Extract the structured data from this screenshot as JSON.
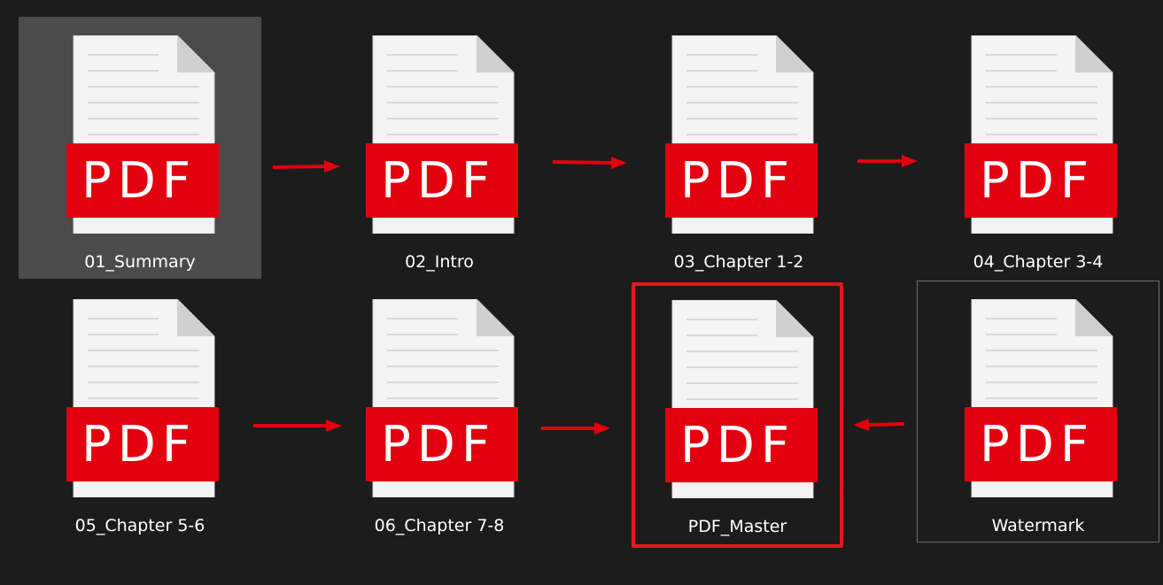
{
  "files": [
    {
      "name": "01_Summary",
      "badge": "PDF",
      "icon": "pdf-file-icon",
      "state": "selected"
    },
    {
      "name": "02_Intro",
      "badge": "PDF",
      "icon": "pdf-file-icon",
      "state": "normal"
    },
    {
      "name": "03_Chapter 1-2",
      "badge": "PDF",
      "icon": "pdf-file-icon",
      "state": "normal"
    },
    {
      "name": "04_Chapter 3-4",
      "badge": "PDF",
      "icon": "pdf-file-icon",
      "state": "normal"
    },
    {
      "name": "05_Chapter 5-6",
      "badge": "PDF",
      "icon": "pdf-file-icon",
      "state": "normal"
    },
    {
      "name": "06_Chapter 7-8",
      "badge": "PDF",
      "icon": "pdf-file-icon",
      "state": "normal"
    },
    {
      "name": "PDF_Master",
      "badge": "PDF",
      "icon": "pdf-file-icon",
      "state": "highlighted"
    },
    {
      "name": "Watermark",
      "badge": "PDF",
      "icon": "pdf-file-icon",
      "state": "focused"
    }
  ],
  "arrows": [
    {
      "icon": "arrow-right-icon",
      "direction": "right"
    },
    {
      "icon": "arrow-right-icon",
      "direction": "right"
    },
    {
      "icon": "arrow-right-icon",
      "direction": "right"
    },
    {
      "icon": "arrow-right-icon",
      "direction": "right"
    },
    {
      "icon": "arrow-right-icon",
      "direction": "right"
    },
    {
      "icon": "arrow-left-icon",
      "direction": "left"
    }
  ],
  "colors": {
    "background": "#1c1c1c",
    "selected_background": "#4b4b4b",
    "highlight_border": "#e0191a",
    "pdf_badge": "#e3000f",
    "arrow": "#e3000f",
    "label_text": "#ffffff"
  }
}
